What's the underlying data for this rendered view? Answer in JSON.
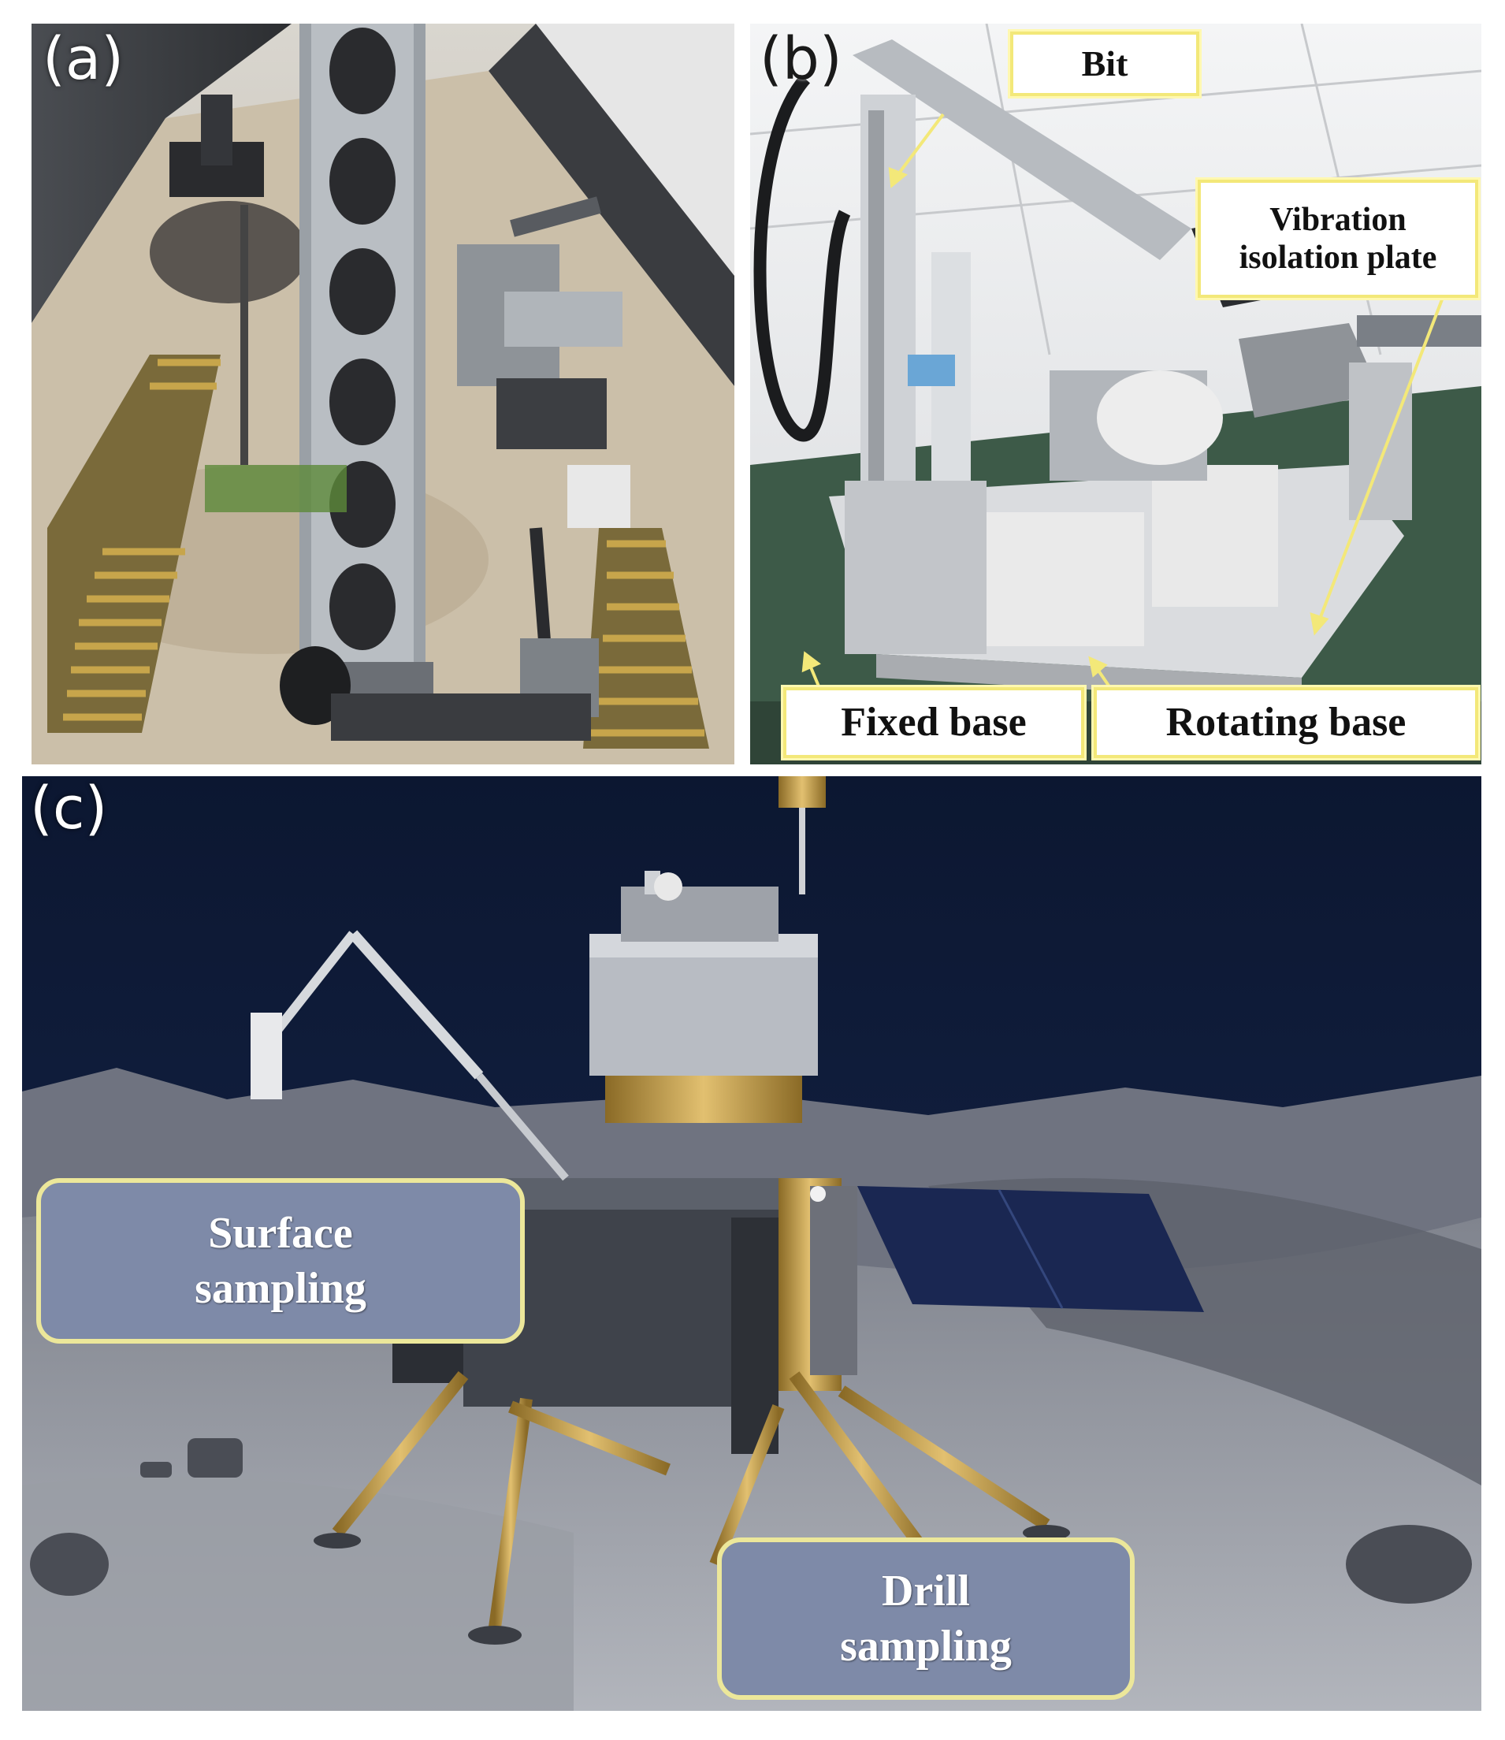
{
  "panels": {
    "a": {
      "letter": "(a)"
    },
    "b": {
      "letter": "(b)",
      "labels": {
        "bit": "Bit",
        "vibration_isolation_plate": "Vibration\nisolation plate",
        "fixed_base": "Fixed base",
        "rotating_base": "Rotating base"
      }
    },
    "c": {
      "letter": "(c)",
      "labels": {
        "surface_sampling": "Surface\nsampling",
        "drill_sampling": "Drill\nsampling"
      }
    }
  },
  "colors": {
    "label_border_yellow": "#f3e879",
    "label_fill_grey": "#7e8aa8",
    "space_navy": "#0f1e3e",
    "lunar_grey": "#8b8f99",
    "gold_foil": "#c9a34a"
  }
}
